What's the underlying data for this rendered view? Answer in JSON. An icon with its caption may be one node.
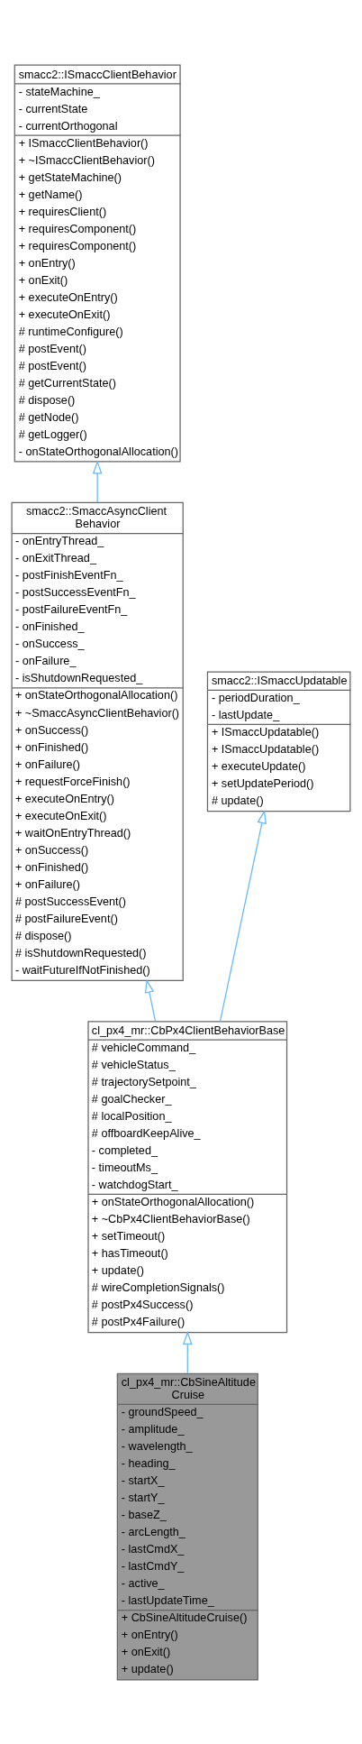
{
  "diagram": {
    "nodes": [
      {
        "text": [
          "smacc2::ISmaccClientBehavior",
          "- stateMachine_",
          "- currentState",
          "- currentOrthogonal",
          "+ ISmaccClientBehavior()",
          "+ ~ISmaccClientBehavior()",
          "+ getStateMachine()",
          "+ getName()",
          "+ requiresClient()",
          "+ requiresComponent()",
          "+ requiresComponent()",
          "+ onEntry()",
          "+ onExit()",
          "+ executeOnEntry()",
          "+ executeOnExit()",
          "# runtimeConfigure()",
          "# postEvent()",
          "# postEvent()",
          "# getCurrentState()",
          "# dispose()",
          "# getNode()",
          "# getLogger()",
          "- onStateOrthogonalAllocation()"
        ]
      },
      {
        "text": [
          "smacc2::SmaccAsyncClient Behavior",
          "- onEntryThread_",
          "- onExitThread_",
          "- postFinishEventFn_",
          "- postSuccessEventFn_",
          "- postFailureEventFn_",
          "- onFinished_",
          "- onSuccess_",
          "- onFailure_",
          "- isShutdownRequested_",
          "+ onStateOrthogonalAllocation()",
          "+ ~SmaccAsyncClientBehavior()",
          "+ onSuccess()",
          "+ onFinished()",
          "+ onFailure()",
          "+ requestForceFinish()",
          "+ executeOnEntry()",
          "+ executeOnExit()",
          "+ waitOnEntryThread()",
          "+ onSuccess()",
          "+ onFinished()",
          "+ onFailure()",
          "# postSuccessEvent()",
          "# postFailureEvent()",
          "# dispose()",
          "# isShutdownRequested()",
          "- waitFutureIfNotFinished()"
        ]
      },
      {
        "text": [
          "smacc2::ISmaccUpdatable",
          "- periodDuration_",
          "- lastUpdate_",
          "+ ISmaccUpdatable()",
          "+ ISmaccUpdatable()",
          "+ executeUpdate()",
          "+ setUpdatePeriod()",
          "# update()"
        ]
      },
      {
        "text": [
          "cl_px4_mr::CbPx4ClientBehaviorBase",
          "# vehicleCommand_",
          "# vehicleStatus_",
          "# trajectorySetpoint_",
          "# goalChecker_",
          "# localPosition_",
          "# offboardKeepAlive_",
          "- completed_",
          "- timeoutMs_",
          "- watchdogStart_",
          "+ onStateOrthogonalAllocation()",
          "+ ~CbPx4ClientBehaviorBase()",
          "+ setTimeout()",
          "+ hasTimeout()",
          "+ update()",
          "# wireCompletionSignals()",
          "# postPx4Success()",
          "# postPx4Failure()"
        ]
      },
      {
        "text": [
          "cl_px4_mr::CbSineAltitude Cruise",
          "- groundSpeed_",
          "- amplitude_",
          "- wavelength_",
          "- heading_",
          "- startX_",
          "- startY_",
          "- baseZ_",
          "- arcLength_",
          "- lastCmdX_",
          "- lastCmdY_",
          "- active_",
          "- lastUpdateTime_",
          "+ CbSineAltitudeCruise()",
          "+ onEntry()",
          "+ onExit()",
          "+ update()"
        ]
      }
    ],
    "edges": [
      {
        "from": 1,
        "to": 0,
        "arrow": "to"
      },
      {
        "from": 3,
        "to": 1,
        "arrow": "to"
      },
      {
        "from": 3,
        "to": 2,
        "arrow": "to"
      },
      {
        "from": 4,
        "to": 3,
        "arrow": "to"
      }
    ]
  }
}
